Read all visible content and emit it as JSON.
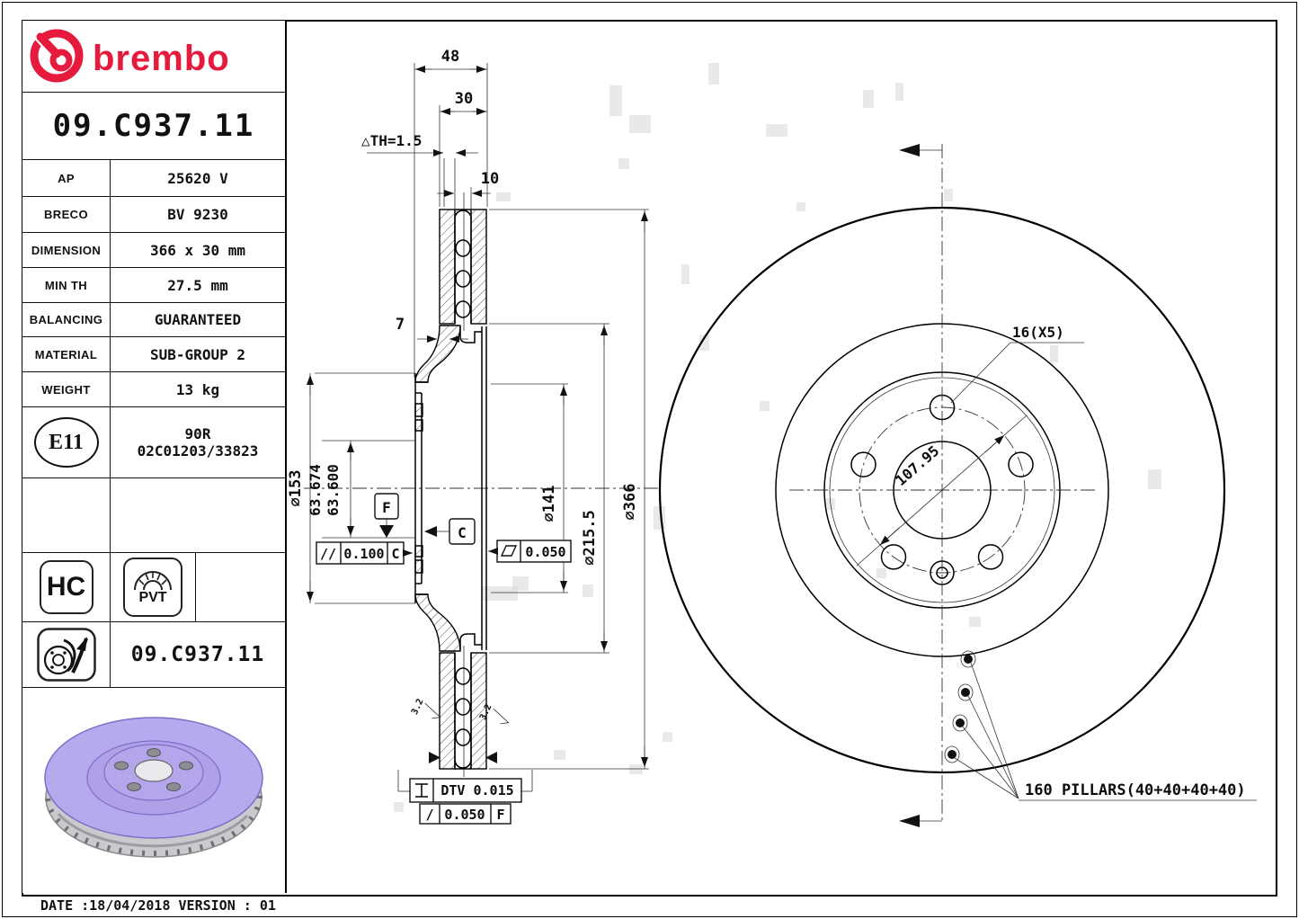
{
  "panel": {
    "brand": "brembo",
    "part_number": "09.C937.11",
    "rows": [
      {
        "label": "AP",
        "value": "25620 V"
      },
      {
        "label": "BRECO",
        "value": "BV 9230"
      },
      {
        "label": "DIMENSION",
        "value": "366 x 30 mm"
      },
      {
        "label": "MIN TH",
        "value": "27.5 mm"
      },
      {
        "label": "BALANCING",
        "value": "GUARANTEED"
      },
      {
        "label": "MATERIAL",
        "value": "SUB-GROUP 2"
      },
      {
        "label": "WEIGHT",
        "value": "13 kg"
      }
    ],
    "e11": {
      "badge": "E11",
      "line1": "90R",
      "line2": "02C01203/33823"
    },
    "badges": {
      "hc": "HC",
      "pvt": "PVT"
    },
    "footer_part_number": "09.C937.11"
  },
  "footer": {
    "date_line": "DATE :18/04/2018 VERSION : 01"
  },
  "sec": {
    "d48": "48",
    "d30": "30",
    "dth": "△TH=1.5",
    "d10": "10",
    "d7": "7",
    "dia153": "⌀153",
    "dia63a": "63.674",
    "dia63b": "63.600",
    "diasym": "⌀",
    "dia141": "⌀141",
    "dia2155": "⌀215.5",
    "dia366": "⌀366",
    "f": "F",
    "c": "C",
    "par_sym": "//",
    "par_val": "0.100",
    "par_ref": "C",
    "flat_sym": "▱",
    "flat_val": "0.050",
    "dtv_sym": "⌶",
    "dtv_val": "DTV 0.015",
    "ro_sym": "/",
    "ro_val": "0.050",
    "ro_ref": "F",
    "rough": "3.2"
  },
  "front": {
    "bolt_label": "16(X5)",
    "bolt_circle": "107.95",
    "pillars_label": "160 PILLARS(40+40+40+40)"
  }
}
